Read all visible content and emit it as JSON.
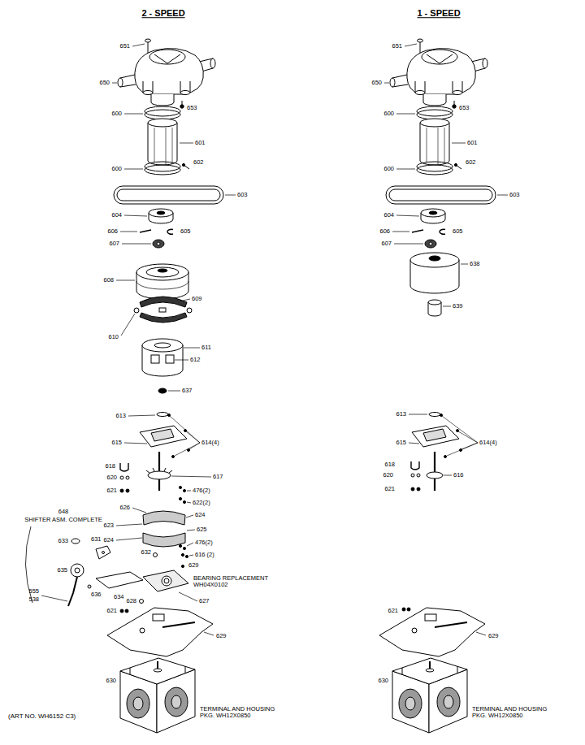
{
  "diagram": {
    "labels": [
      "2 - SPEED",
      "1 - SPEED",
      "651",
      "650",
      "600",
      "653",
      "601",
      "600",
      "602",
      "603",
      "604",
      "606",
      "605",
      "607",
      "608",
      "609",
      "610",
      "611",
      "612",
      "637",
      "613",
      "615",
      "614(4)",
      "617",
      "618",
      "620",
      "621",
      "476(2)",
      "622(2)",
      "626",
      "624",
      "623",
      "624",
      "625",
      "476(2)",
      "616 (2)",
      "632",
      "629",
      "648",
      "SHIFTER ASM. COMPLETE",
      "633",
      "631",
      "635",
      "634",
      "636",
      "555",
      "538",
      "BEARING REPLACEMENT WH04X0102",
      "627",
      "628",
      "621",
      "629",
      "630",
      "TERMINAL AND HOUSING PKG. WH12X0850",
      "(ART NO. WH6152 C3)",
      "651",
      "650",
      "600",
      "653",
      "601",
      "600",
      "602",
      "603",
      "604",
      "606",
      "605",
      "607",
      "638",
      "639",
      "613",
      "615",
      "614(4)",
      "618",
      "620",
      "621",
      "616",
      "621",
      "629",
      "630",
      "TERMINAL AND HOUSING PKG. WH12X0850"
    ]
  }
}
